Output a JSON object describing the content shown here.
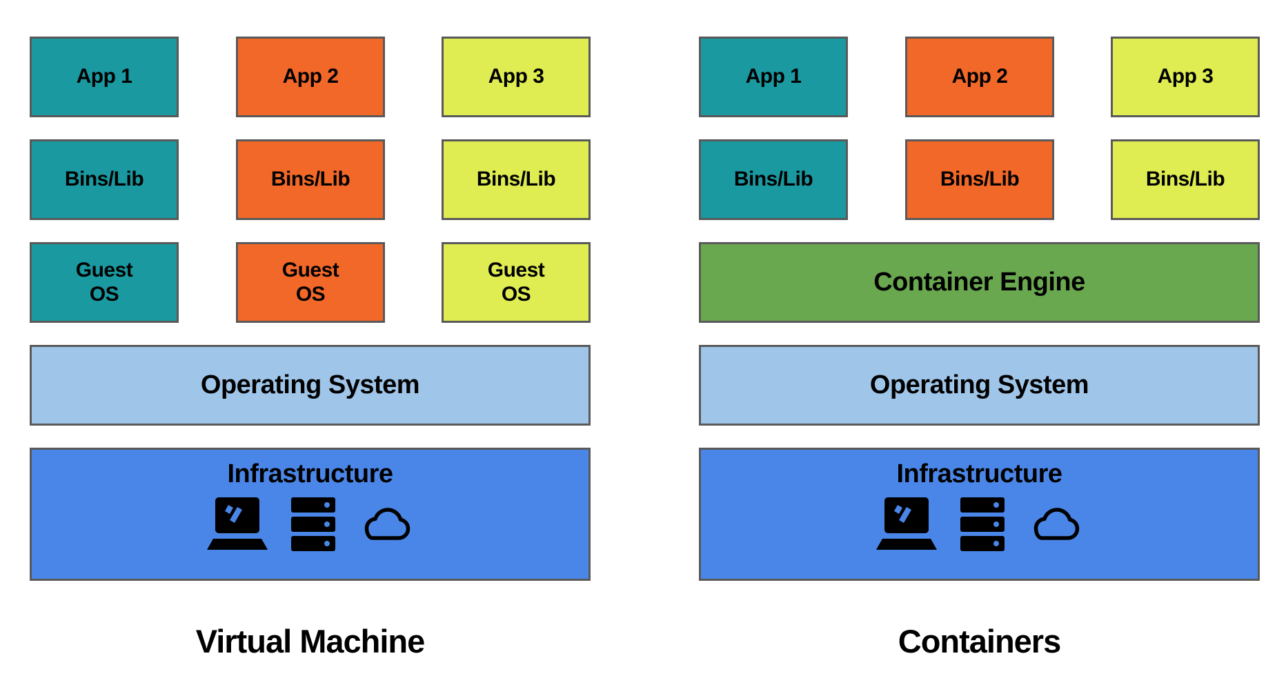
{
  "colors": {
    "teal": "#1A99A1",
    "orange": "#F26829",
    "yellow_green": "#DFEC52",
    "green": "#6AA84F",
    "light_blue": "#9FC5E8",
    "blue": "#4A86E8",
    "border_gray": "#595959",
    "text": "#000000"
  },
  "left_panel": {
    "title": "Virtual Machine",
    "columns": [
      {
        "app": "App 1",
        "bins": "Bins/Lib",
        "guest_line1": "Guest",
        "guest_line2": "OS",
        "color": "#1A99A1"
      },
      {
        "app": "App 2",
        "bins": "Bins/Lib",
        "guest_line1": "Guest",
        "guest_line2": "OS",
        "color": "#F26829"
      },
      {
        "app": "App 3",
        "bins": "Bins/Lib",
        "guest_line1": "Guest",
        "guest_line2": "OS",
        "color": "#DFEC52"
      }
    ],
    "os_bar": {
      "label": "Operating System",
      "color": "#9FC5E8"
    },
    "infrastructure": {
      "label": "Infrastructure",
      "color": "#4A86E8",
      "icons": [
        "laptop-icon",
        "server-icon",
        "cloud-icon"
      ]
    }
  },
  "right_panel": {
    "title": "Containers",
    "columns": [
      {
        "app": "App 1",
        "bins": "Bins/Lib",
        "color": "#1A99A1"
      },
      {
        "app": "App 2",
        "bins": "Bins/Lib",
        "color": "#F26829"
      },
      {
        "app": "App 3",
        "bins": "Bins/Lib",
        "color": "#DFEC52"
      }
    ],
    "engine_bar": {
      "label": "Container Engine",
      "color": "#6AA84F"
    },
    "os_bar": {
      "label": "Operating System",
      "color": "#9FC5E8"
    },
    "infrastructure": {
      "label": "Infrastructure",
      "color": "#4A86E8",
      "icons": [
        "laptop-icon",
        "server-icon",
        "cloud-icon"
      ]
    }
  }
}
